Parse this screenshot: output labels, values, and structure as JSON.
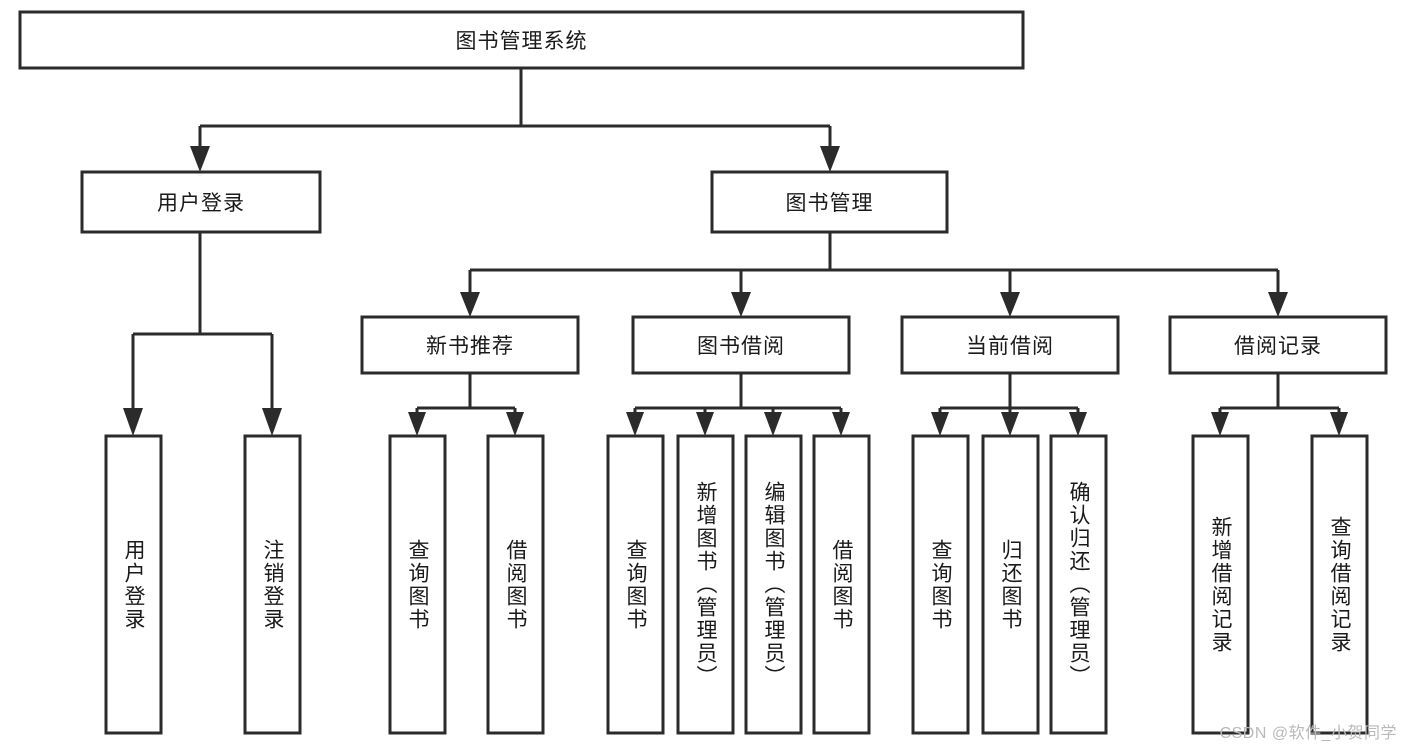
{
  "diagram": {
    "type": "tree",
    "title": "图书管理系统",
    "orientation": "top-down",
    "colors": {
      "box_stroke": "#2b2b2b",
      "box_fill": "#ffffff",
      "connector": "#2b2b2b",
      "text": "#1a1a1a",
      "background": "#ffffff",
      "watermark": "#b9b9b9"
    },
    "root": {
      "label": "图书管理系统"
    },
    "level2": [
      {
        "id": "user-login",
        "label": "用户登录"
      },
      {
        "id": "book-manage",
        "label": "图书管理"
      }
    ],
    "level3": [
      {
        "id": "new-book-recommend",
        "label": "新书推荐"
      },
      {
        "id": "book-borrow",
        "label": "图书借阅"
      },
      {
        "id": "current-borrow",
        "label": "当前借阅"
      },
      {
        "id": "borrow-record",
        "label": "借阅记录"
      }
    ],
    "leaves": {
      "user_login": [
        {
          "id": "leaf-user-login",
          "label": "用户登录"
        },
        {
          "id": "leaf-logout",
          "label": "注销登录"
        }
      ],
      "new_book_recommend": [
        {
          "id": "leaf-query-book-1",
          "label": "查询图书"
        },
        {
          "id": "leaf-borrow-book-1",
          "label": "借阅图书"
        }
      ],
      "book_borrow": [
        {
          "id": "leaf-query-book-2",
          "label": "查询图书"
        },
        {
          "id": "leaf-add-book",
          "label": "新增图书（管理员）"
        },
        {
          "id": "leaf-edit-book",
          "label": "编辑图书（管理员）"
        },
        {
          "id": "leaf-borrow-book-2",
          "label": "借阅图书"
        }
      ],
      "current_borrow": [
        {
          "id": "leaf-query-book-3",
          "label": "查询图书"
        },
        {
          "id": "leaf-return-book",
          "label": "归还图书"
        },
        {
          "id": "leaf-confirm-return",
          "label": "确认归还（管理员）"
        }
      ],
      "borrow_record": [
        {
          "id": "leaf-add-record",
          "label": "新增借阅记录"
        },
        {
          "id": "leaf-query-record",
          "label": "查询借阅记录"
        }
      ]
    }
  },
  "watermark": {
    "text": "CSDN @软件_小贺同学"
  }
}
